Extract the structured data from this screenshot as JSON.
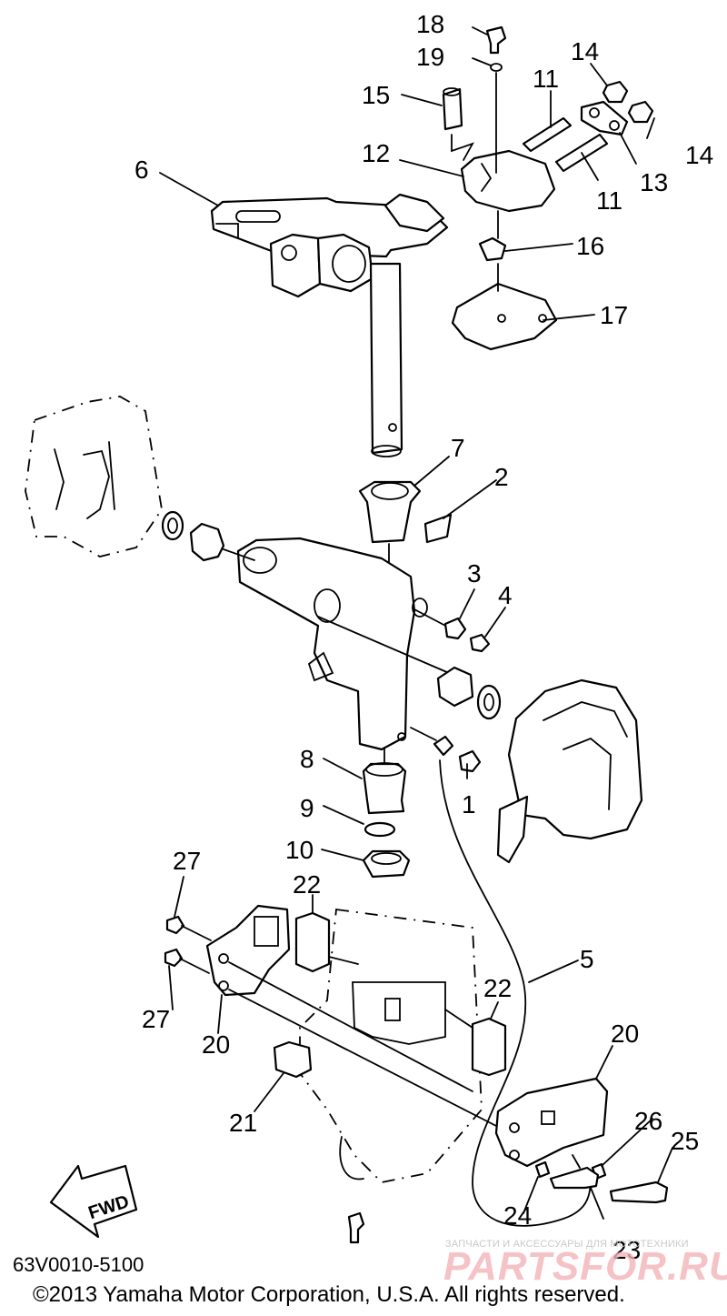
{
  "diagram": {
    "callouts": [
      "18",
      "19",
      "14",
      "15",
      "11",
      "12",
      "6",
      "13",
      "14",
      "11",
      "16",
      "17",
      "7",
      "2",
      "3",
      "4",
      "8",
      "1",
      "9",
      "10",
      "27",
      "22",
      "5",
      "27",
      "20",
      "22",
      "20",
      "21",
      "26",
      "25",
      "24",
      "23"
    ],
    "fwd_label": "FWD",
    "drawing_code": "63V0010-5100",
    "copyright": "©2013 Yamaha Motor Corporation, U.S.A. All rights reserved.",
    "watermark": {
      "tagline": "ЗАПЧАСТИ И АКСЕССУАРЫ ДЛЯ МОТОТЕХНИКИ",
      "brand": "PARTSFOR.RU"
    }
  }
}
